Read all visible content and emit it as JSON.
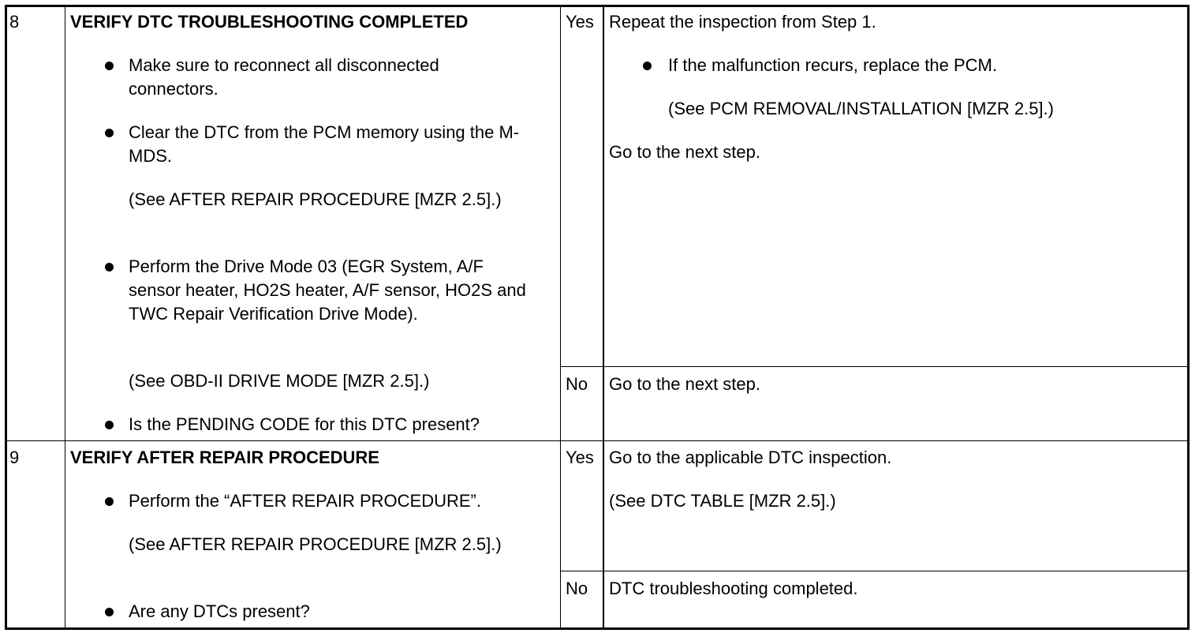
{
  "rows": [
    {
      "step": "8",
      "title": "VERIFY DTC TROUBLESHOOTING COMPLETED",
      "items": [
        "Make sure to reconnect all disconnected connectors.",
        "Clear the DTC from the PCM memory using the M-MDS.",
        "(See AFTER REPAIR PROCEDURE [MZR 2.5].)",
        "Perform the Drive Mode 03 (EGR System, A/F sensor heater, HO2S heater, A/F sensor, HO2S and TWC Repair Verification Drive Mode).",
        "(See OBD-II DRIVE MODE [MZR 2.5].)",
        "Is the PENDING CODE for this DTC present?"
      ],
      "yes_label": "Yes",
      "yes_result": {
        "text": "Repeat the inspection from Step 1.",
        "bullet": "If the malfunction recurs, replace the PCM.",
        "ref": "(See PCM REMOVAL/INSTALLATION [MZR 2.5].)",
        "next": "Go to the next step."
      },
      "no_label": "No",
      "no_result": "Go to the next step."
    },
    {
      "step": "9",
      "title": "VERIFY AFTER REPAIR PROCEDURE",
      "items": [
        "Perform the “AFTER REPAIR PROCEDURE”.",
        "(See AFTER REPAIR PROCEDURE [MZR 2.5].)",
        "Are any DTCs present?"
      ],
      "yes_label": "Yes",
      "yes_result": {
        "text": "Go to the applicable DTC inspection.",
        "ref": "(See DTC TABLE [MZR 2.5].)"
      },
      "no_label": "No",
      "no_result": "DTC troubleshooting completed."
    }
  ]
}
